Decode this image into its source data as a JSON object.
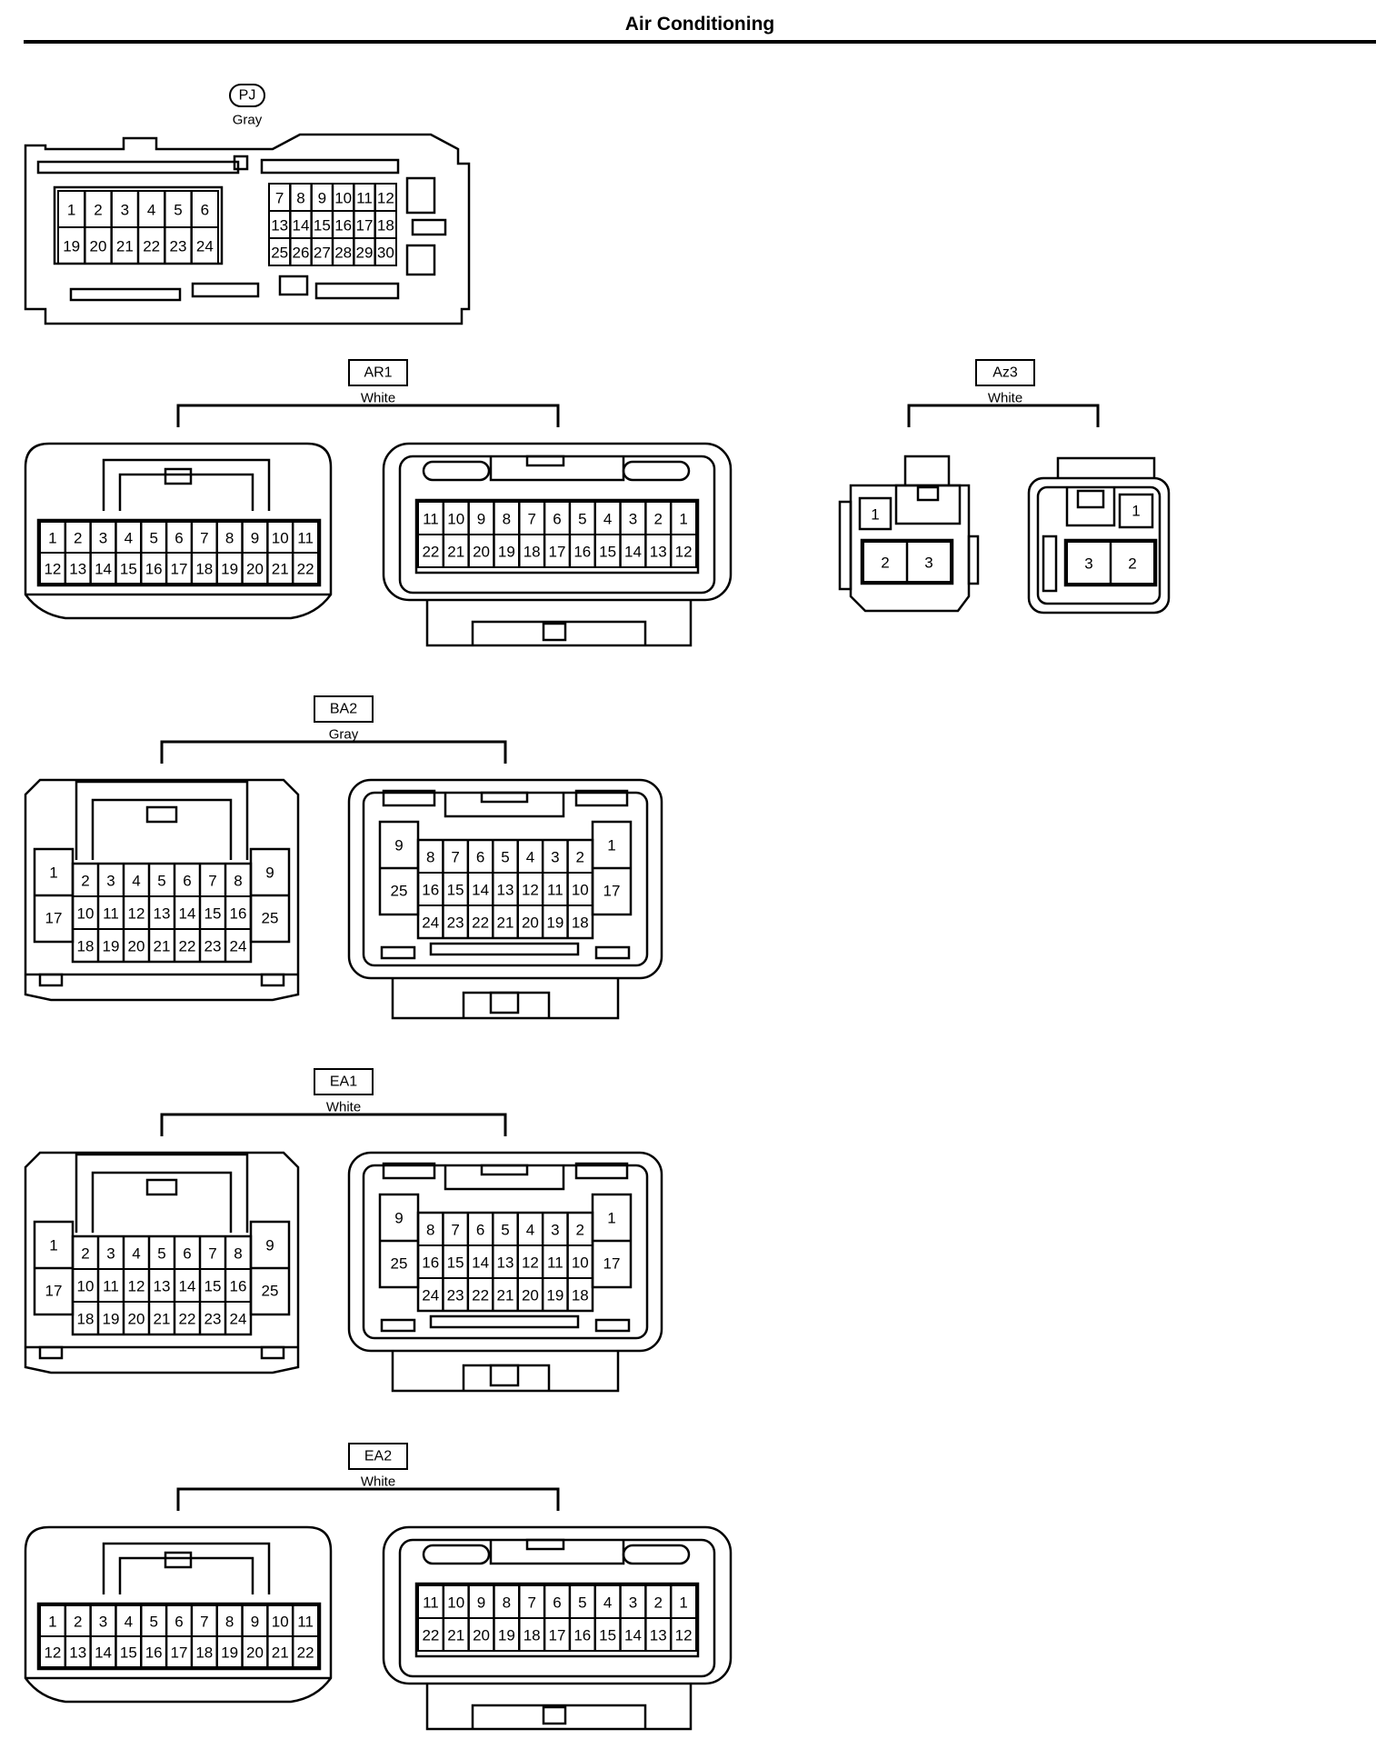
{
  "page": {
    "title": "Air Conditioning"
  },
  "connectors": {
    "pj": {
      "code": "PJ",
      "color": "Gray",
      "left_top": [
        "1",
        "2",
        "3",
        "4",
        "5",
        "6"
      ],
      "left_bottom": [
        "19",
        "20",
        "21",
        "22",
        "23",
        "24"
      ],
      "right_r1": [
        "7",
        "8",
        "9",
        "10",
        "11",
        "12"
      ],
      "right_r2": [
        "13",
        "14",
        "15",
        "16",
        "17",
        "18"
      ],
      "right_r3": [
        "25",
        "26",
        "27",
        "28",
        "29",
        "30"
      ]
    },
    "ar1": {
      "code": "AR1",
      "color": "White",
      "left_top": [
        "1",
        "2",
        "3",
        "4",
        "5",
        "6",
        "7",
        "8",
        "9",
        "10",
        "11"
      ],
      "left_bottom": [
        "12",
        "13",
        "14",
        "15",
        "16",
        "17",
        "18",
        "19",
        "20",
        "21",
        "22"
      ],
      "right_top": [
        "11",
        "10",
        "9",
        "8",
        "7",
        "6",
        "5",
        "4",
        "3",
        "2",
        "1"
      ],
      "right_bottom": [
        "22",
        "21",
        "20",
        "19",
        "18",
        "17",
        "16",
        "15",
        "14",
        "13",
        "12"
      ]
    },
    "az3": {
      "code": "Az3",
      "color": "White",
      "left_single": "1",
      "left_pair": [
        "2",
        "3"
      ],
      "right_single": "1",
      "right_pair": [
        "3",
        "2"
      ]
    },
    "ba2": {
      "code": "BA2",
      "color": "Gray",
      "left_side_l": [
        "1",
        "17"
      ],
      "left_side_r": [
        "9",
        "25"
      ],
      "left_r1": [
        "2",
        "3",
        "4",
        "5",
        "6",
        "7",
        "8"
      ],
      "left_r2": [
        "10",
        "11",
        "12",
        "13",
        "14",
        "15",
        "16"
      ],
      "left_r3": [
        "18",
        "19",
        "20",
        "21",
        "22",
        "23",
        "24"
      ],
      "right_side_l": [
        "9",
        "25"
      ],
      "right_side_r": [
        "1",
        "17"
      ],
      "right_r1": [
        "8",
        "7",
        "6",
        "5",
        "4",
        "3",
        "2"
      ],
      "right_r2": [
        "16",
        "15",
        "14",
        "13",
        "12",
        "11",
        "10"
      ],
      "right_r3": [
        "24",
        "23",
        "22",
        "21",
        "20",
        "19",
        "18"
      ]
    },
    "ea1": {
      "code": "EA1",
      "color": "White",
      "left_side_l": [
        "1",
        "17"
      ],
      "left_side_r": [
        "9",
        "25"
      ],
      "left_r1": [
        "2",
        "3",
        "4",
        "5",
        "6",
        "7",
        "8"
      ],
      "left_r2": [
        "10",
        "11",
        "12",
        "13",
        "14",
        "15",
        "16"
      ],
      "left_r3": [
        "18",
        "19",
        "20",
        "21",
        "22",
        "23",
        "24"
      ],
      "right_side_l": [
        "9",
        "25"
      ],
      "right_side_r": [
        "1",
        "17"
      ],
      "right_r1": [
        "8",
        "7",
        "6",
        "5",
        "4",
        "3",
        "2"
      ],
      "right_r2": [
        "16",
        "15",
        "14",
        "13",
        "12",
        "11",
        "10"
      ],
      "right_r3": [
        "24",
        "23",
        "22",
        "21",
        "20",
        "19",
        "18"
      ]
    },
    "ea2": {
      "code": "EA2",
      "color": "White",
      "left_top": [
        "1",
        "2",
        "3",
        "4",
        "5",
        "6",
        "7",
        "8",
        "9",
        "10",
        "11"
      ],
      "left_bottom": [
        "12",
        "13",
        "14",
        "15",
        "16",
        "17",
        "18",
        "19",
        "20",
        "21",
        "22"
      ],
      "right_top": [
        "11",
        "10",
        "9",
        "8",
        "7",
        "6",
        "5",
        "4",
        "3",
        "2",
        "1"
      ],
      "right_bottom": [
        "22",
        "21",
        "20",
        "19",
        "18",
        "17",
        "16",
        "15",
        "14",
        "13",
        "12"
      ]
    }
  }
}
